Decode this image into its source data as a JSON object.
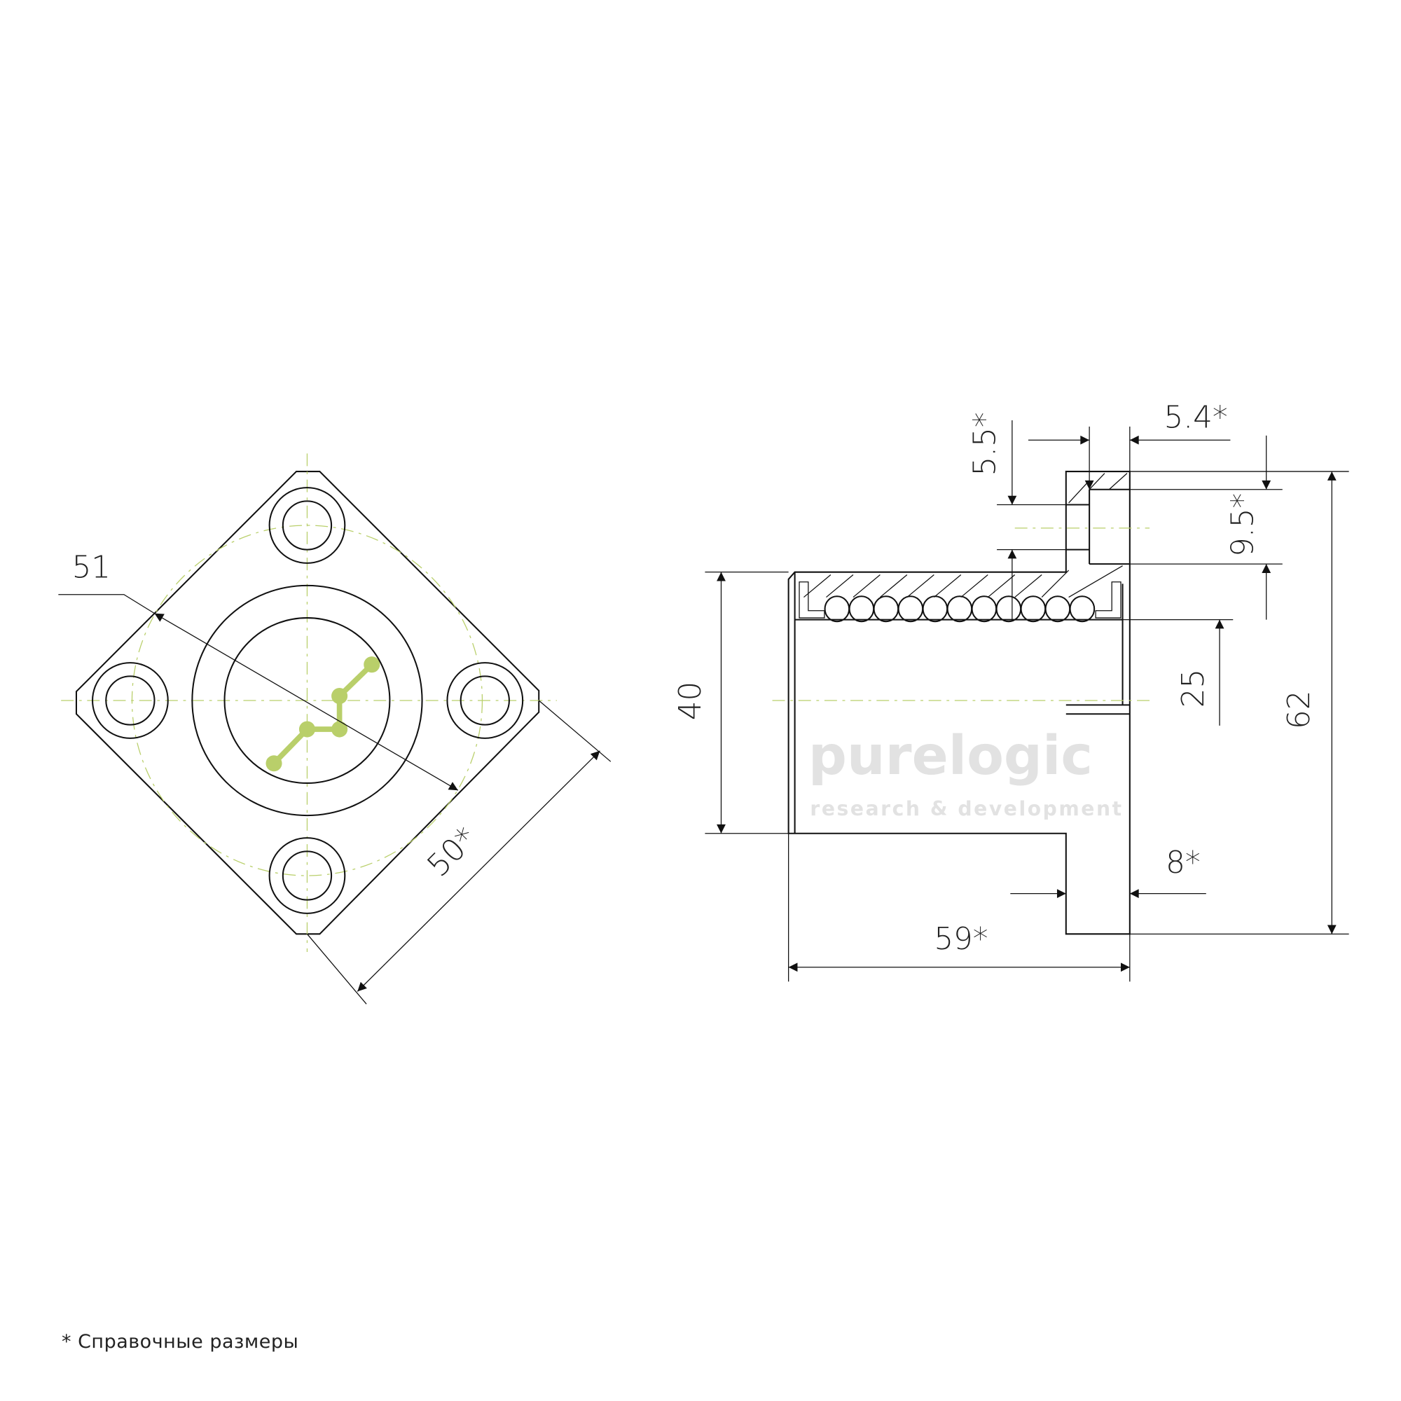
{
  "dimensions": {
    "d51": "51",
    "d50": "50*",
    "d40": "40",
    "d59": "59*",
    "d62": "62",
    "d25": "25",
    "d8": "8*",
    "d5_4": "5.4*",
    "d5_5": "5.5*",
    "d9_5": "9.5*"
  },
  "note": "* Справочные размеры",
  "watermark": {
    "brand": "purelogic",
    "tagline": "research & development",
    "accent": "#b9cf6a"
  },
  "balls": 11
}
